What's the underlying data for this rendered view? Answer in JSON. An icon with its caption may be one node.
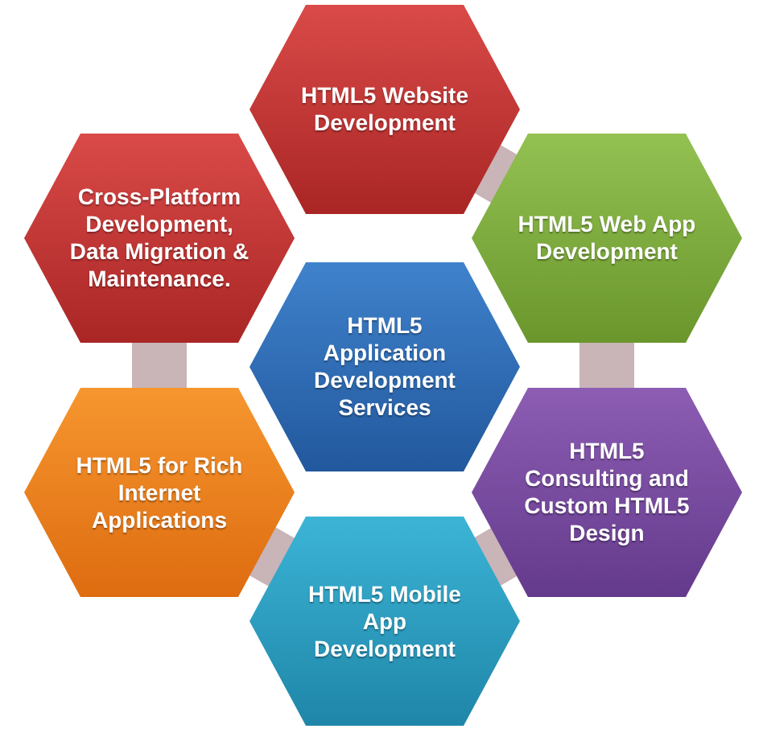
{
  "diagram": {
    "nodes": [
      {
        "text": [
          "HTML5 Website Development"
        ]
      },
      {
        "text": [
          "Cross-Platform Development, Data Migration & Maintenance."
        ]
      },
      {
        "text": [
          "HTML5 Web App Development"
        ]
      },
      {
        "text": [
          "HTML5 Application Development Services"
        ]
      },
      {
        "text": [
          "HTML5 for Rich Internet Applications"
        ]
      },
      {
        "text": [
          "HTML5 Consulting and Custom HTML5 Design"
        ]
      },
      {
        "text": [
          "HTML5 Mobile App Development"
        ]
      }
    ],
    "edges": [
      {
        "from": 0,
        "to": 2,
        "arrow": "none"
      },
      {
        "from": 2,
        "to": 5,
        "arrow": "none"
      },
      {
        "from": 5,
        "to": 6,
        "arrow": "none"
      },
      {
        "from": 6,
        "to": 4,
        "arrow": "none"
      },
      {
        "from": 4,
        "to": 1,
        "arrow": "none"
      }
    ]
  }
}
